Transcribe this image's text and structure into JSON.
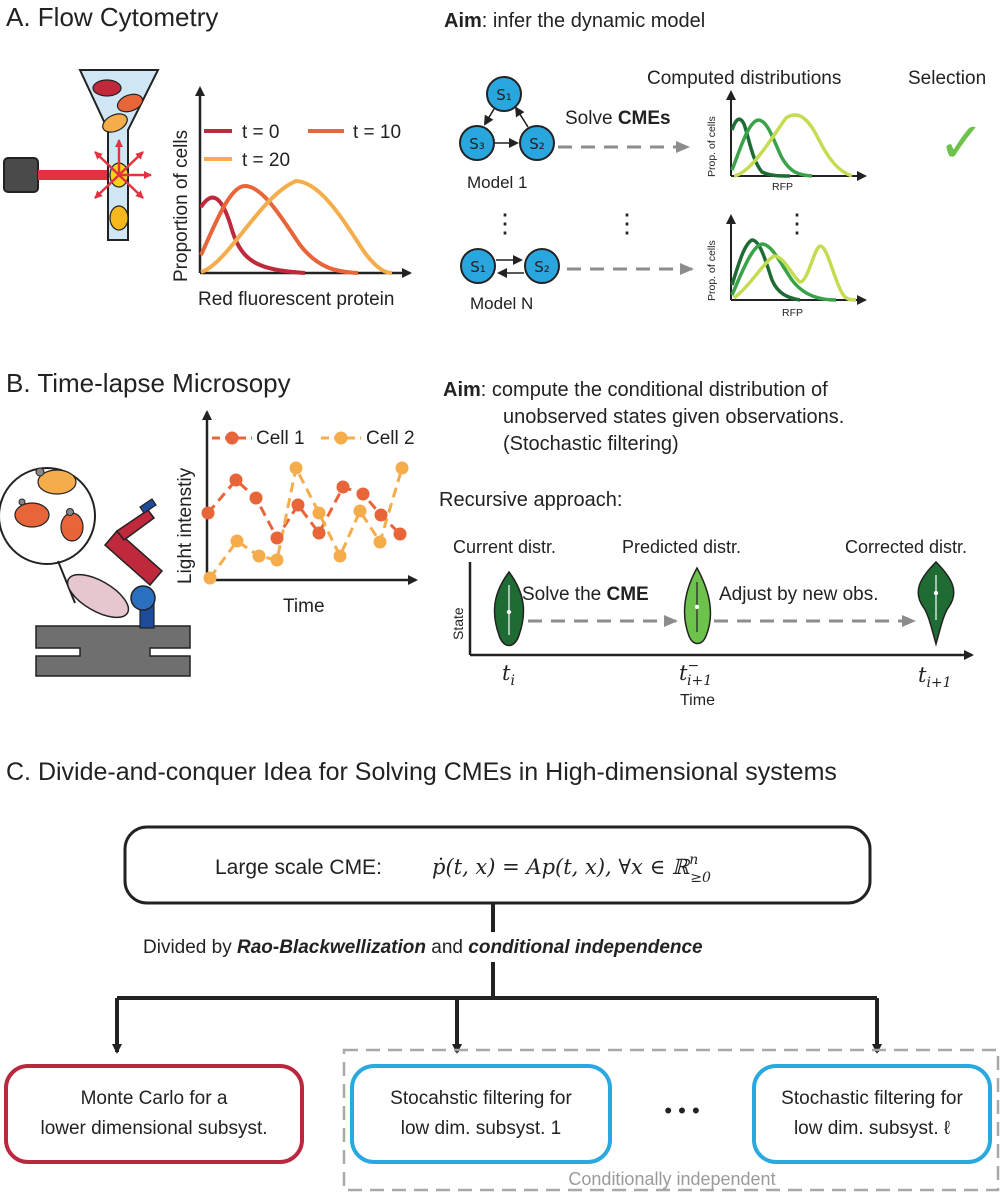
{
  "panel_a": {
    "title": "A. Flow Cytometry",
    "aim_label": "Aim",
    "aim_text": ": infer the dynamic model",
    "ylabel": "Proportion of cells",
    "xlabel": "Red fluorescent protein",
    "legend": [
      "t = 0",
      "t = 10",
      "t = 20"
    ],
    "model1": {
      "nodes": [
        "S₁",
        "S₂",
        "S₃"
      ],
      "label": "Model 1"
    },
    "modelN": {
      "nodes": [
        "S₁",
        "S₂"
      ],
      "label": "Model N"
    },
    "solve_prefix": "Solve ",
    "solve_bold": "CMEs",
    "computed_title": "Computed distributions",
    "selection_title": "Selection",
    "dist_ylabel": "Prop. of cells",
    "dist_xlabel": "RFP",
    "check": "✓",
    "dots": "⋮",
    "colors": {
      "t0": "#c0283c",
      "t10": "#e8653a",
      "t20": "#f5ad4c",
      "node": "#2aa6de",
      "check": "#6cc24a"
    }
  },
  "panel_b": {
    "title": "B. Time-lapse Microsopy",
    "aim_label": "Aim",
    "aim_line1": ": compute the conditional distribution of",
    "aim_line2": "unobserved states given observations.",
    "aim_line3": "(Stochastic filtering)",
    "ylabel": "Light  intenstiy",
    "xlabel": "Time",
    "legend": [
      "Cell 1",
      "Cell 2"
    ],
    "recursive": "Recursive approach:",
    "current": "Current distr.",
    "predicted": "Predicted distr.",
    "corrected": "Corrected distr.",
    "solve_prefix": "Solve the ",
    "solve_bold": "CME",
    "adjust": "Adjust by new obs.",
    "state": "State",
    "time": "Time",
    "t_i": "t",
    "t_i_sub": "i",
    "t_minus_sub": "i+1",
    "t_minus_sup": "−",
    "t_next_sub": "i+1",
    "colors": {
      "cell1": "#e8653a",
      "cell2": "#f5ad4c"
    }
  },
  "panel_c": {
    "title": "C. Divide-and-conquer Idea for Solving CMEs in High-dimensional systems",
    "cme_label": "Large scale CME:",
    "equation": "ṗ(t, x) = Ap(t, x),   ∀x ∈ ℝ",
    "eq_sup": "n",
    "eq_sub": "≥0",
    "divided_prefix": "Divided by ",
    "divided_bold1": "Rao-Blackwellization",
    "divided_mid": " and ",
    "divided_bold2": "conditional independence",
    "mc_line1": "Monte Carlo for a",
    "mc_line2": "lower dimensional subsyst.",
    "sf1_line1": "Stocahstic filtering for",
    "sf1_line2": "low dim. subsyst. 1",
    "sfl_line1": "Stochastic filtering for",
    "sfl_line2": "low dim. subsyst. ℓ",
    "ellipsis": "• • •",
    "cond_indep": "Conditionally independent",
    "colors": {
      "mc": "#b8283e",
      "sf": "#29a9e0"
    }
  }
}
